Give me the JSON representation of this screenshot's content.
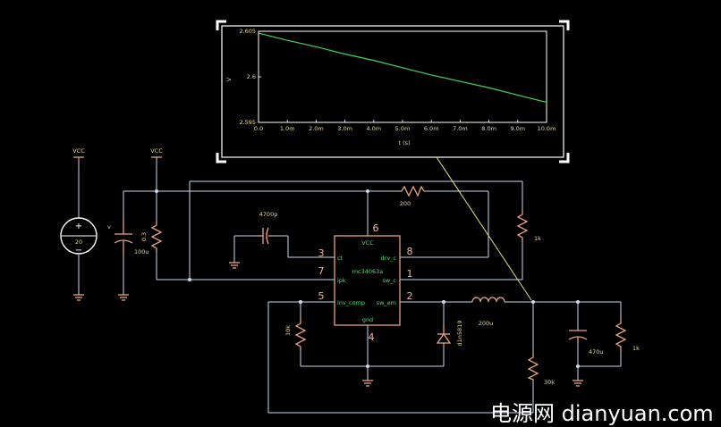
{
  "schematic": {
    "labels": {
      "vcc_left": "VCC",
      "vcc_mid": "VCC",
      "source_value": "20",
      "cap1_v": "v",
      "cap1_value": "100u",
      "res_left_value": "0.3",
      "cap_timing_value": "4700p",
      "res_top_value": "200",
      "res_right_value": "1k",
      "res_fb_value": "10k",
      "diode_value": "d1n5819",
      "inductor_value": "200u",
      "res_div_value": "30k",
      "cap_out_value": "470u",
      "res_load_value": "1k"
    },
    "ic": {
      "name": "mc34063a",
      "pins": {
        "vcc": "VCC",
        "ct": "ct",
        "ipk": "ipk",
        "inv": "inv_comp",
        "drv": "drv_c",
        "swc": "sw_c",
        "swe": "sw_em",
        "gnd": "gnd"
      },
      "pin_numbers": {
        "p6": "6",
        "p3": "3",
        "p7": "7",
        "p5": "5",
        "p8": "8",
        "p1": "1",
        "p2": "2",
        "p4": "4"
      }
    }
  },
  "chart_data": {
    "type": "line",
    "x": [
      0.0,
      1.0,
      2.0,
      3.0,
      4.0,
      5.0,
      6.0,
      7.0,
      8.0,
      9.0,
      10.0
    ],
    "series": [
      {
        "values": [
          2.6048,
          2.604,
          2.6033,
          2.6025,
          2.6018,
          2.601,
          2.6002,
          2.5995,
          2.5988,
          2.598,
          2.5972
        ]
      }
    ],
    "x_ticks": [
      "0.0",
      "1.0m",
      "2.0m",
      "3.0m",
      "4.0m",
      "5.0m",
      "6.0m",
      "7.0m",
      "8.0m",
      "9.0m",
      "10.0m"
    ],
    "y_ticks": [
      "2.605",
      "2.6",
      "2.595"
    ],
    "xlabel": "t (s)",
    "ylabel": "V",
    "xlim": [
      0,
      10
    ],
    "ylim": [
      2.595,
      2.605
    ],
    "line_color": "#46d35a"
  },
  "watermark": "电源网 dianyuan.com"
}
